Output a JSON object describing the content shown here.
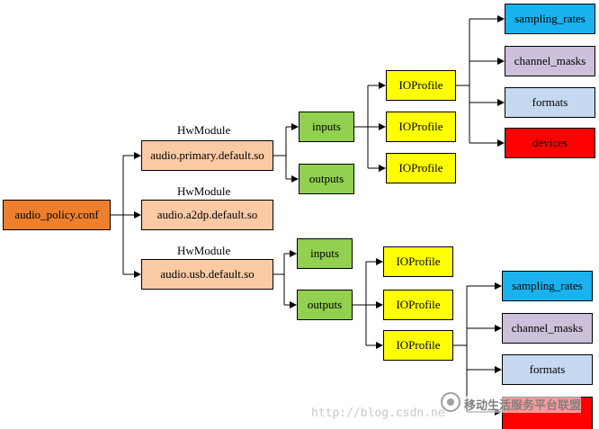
{
  "colors": {
    "root": "#ee7f2d",
    "module": "#fbcaa5",
    "port": "#92d050",
    "profile": "#ffff00",
    "attr_rates": "#19b2ef",
    "attr_masks": "#ccc0da",
    "attr_formats": "#c5d9f1",
    "attr_devices": "#ff0000",
    "line": "#000000"
  },
  "root": {
    "label": "audio_policy.conf"
  },
  "modules": [
    {
      "caption": "HwModule",
      "label": "audio.primary.default.so"
    },
    {
      "caption": "HwModule",
      "label": "audio.a2dp.default.so"
    },
    {
      "caption": "HwModule",
      "label": "audio.usb.default.so"
    }
  ],
  "ports": {
    "primary_inputs": "inputs",
    "primary_outputs": "outputs",
    "usb_inputs": "inputs",
    "usb_outputs": "outputs"
  },
  "profiles": {
    "primary_1": "IOProfile",
    "primary_2": "IOProfile",
    "primary_3": "IOProfile",
    "usb_1": "IOProfile",
    "usb_2": "IOProfile",
    "usb_3": "IOProfile"
  },
  "attributes_top": [
    "sampling_rates",
    "channel_masks",
    "formats",
    "devices"
  ],
  "attributes_bottom": [
    "sampling_rates",
    "channel_masks",
    "formats"
  ],
  "watermark": {
    "url": "http://blog.csdn.ne",
    "logo_text": "移动生活服务平台联盟"
  }
}
